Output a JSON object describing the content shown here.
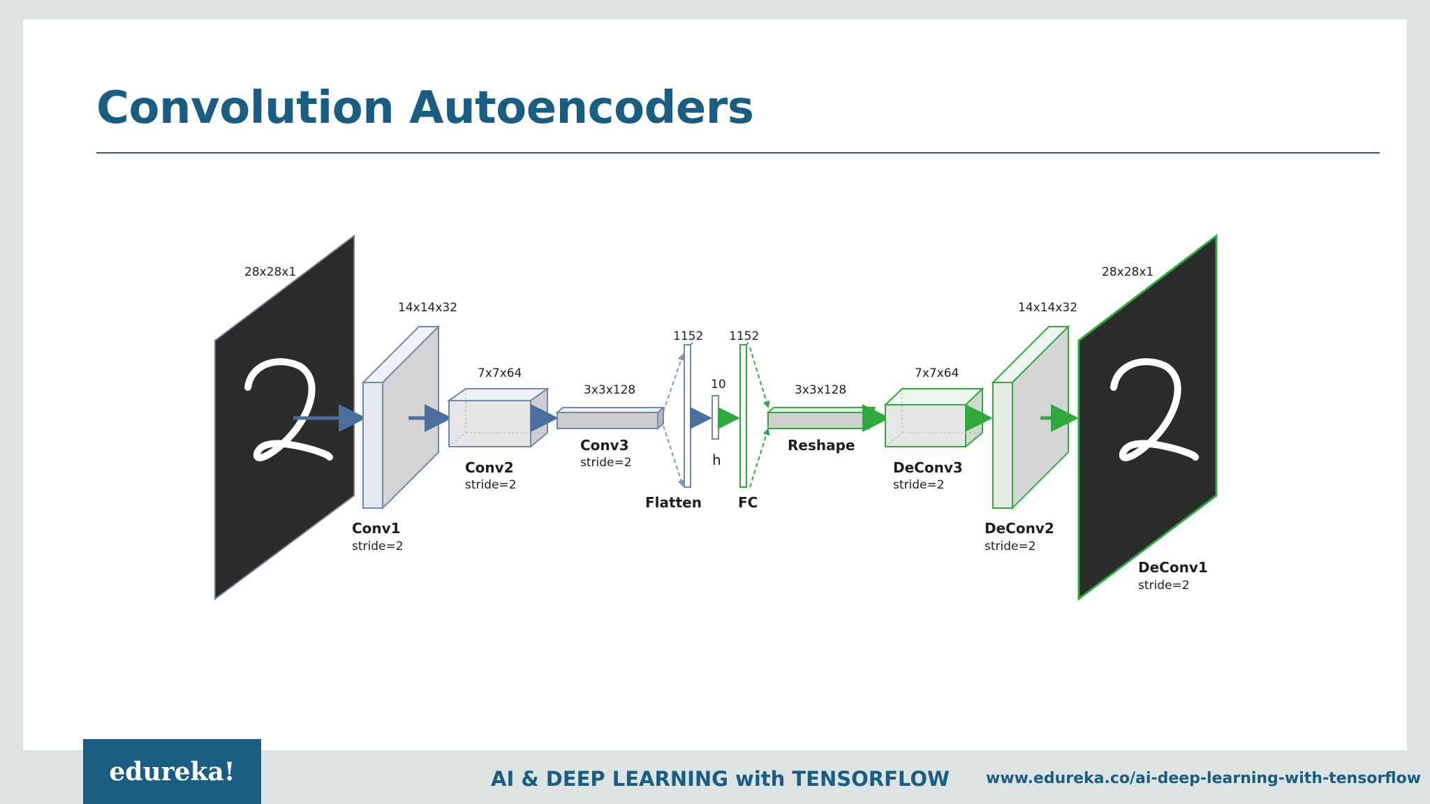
{
  "slide": {
    "title": "Convolution Autoencoders"
  },
  "diagram": {
    "input": {
      "dims": "28x28x1",
      "digit": "2"
    },
    "conv1": {
      "dims": "14x14x32",
      "name": "Conv1",
      "stride": "stride=2"
    },
    "conv2": {
      "dims": "7x7x64",
      "name": "Conv2",
      "stride": "stride=2"
    },
    "conv3": {
      "dims": "3x3x128",
      "name": "Conv3",
      "stride": "stride=2"
    },
    "flatten": {
      "dims": "1152",
      "name": "Flatten"
    },
    "hidden": {
      "dims": "10",
      "name": "h"
    },
    "fc": {
      "dims": "1152",
      "name": "FC"
    },
    "reshape": {
      "dims": "3x3x128",
      "name": "Reshape"
    },
    "deconv3": {
      "dims": "7x7x64",
      "name": "DeConv3",
      "stride": "stride=2"
    },
    "deconv2": {
      "dims": "14x14x32",
      "name": "DeConv2",
      "stride": "stride=2"
    },
    "output": {
      "dims": "28x28x1",
      "digit": "2",
      "name": "DeConv1",
      "stride": "stride=2"
    }
  },
  "footer": {
    "logo": "edureka!",
    "course": "AI & DEEP LEARNING with TENSORFLOW",
    "url": "www.edureka.co/ai-deep-learning-with-tensorflow"
  },
  "colors": {
    "brand": "#195d82",
    "encoder": "#4a6f9c",
    "decoder": "#2eaa3c"
  }
}
